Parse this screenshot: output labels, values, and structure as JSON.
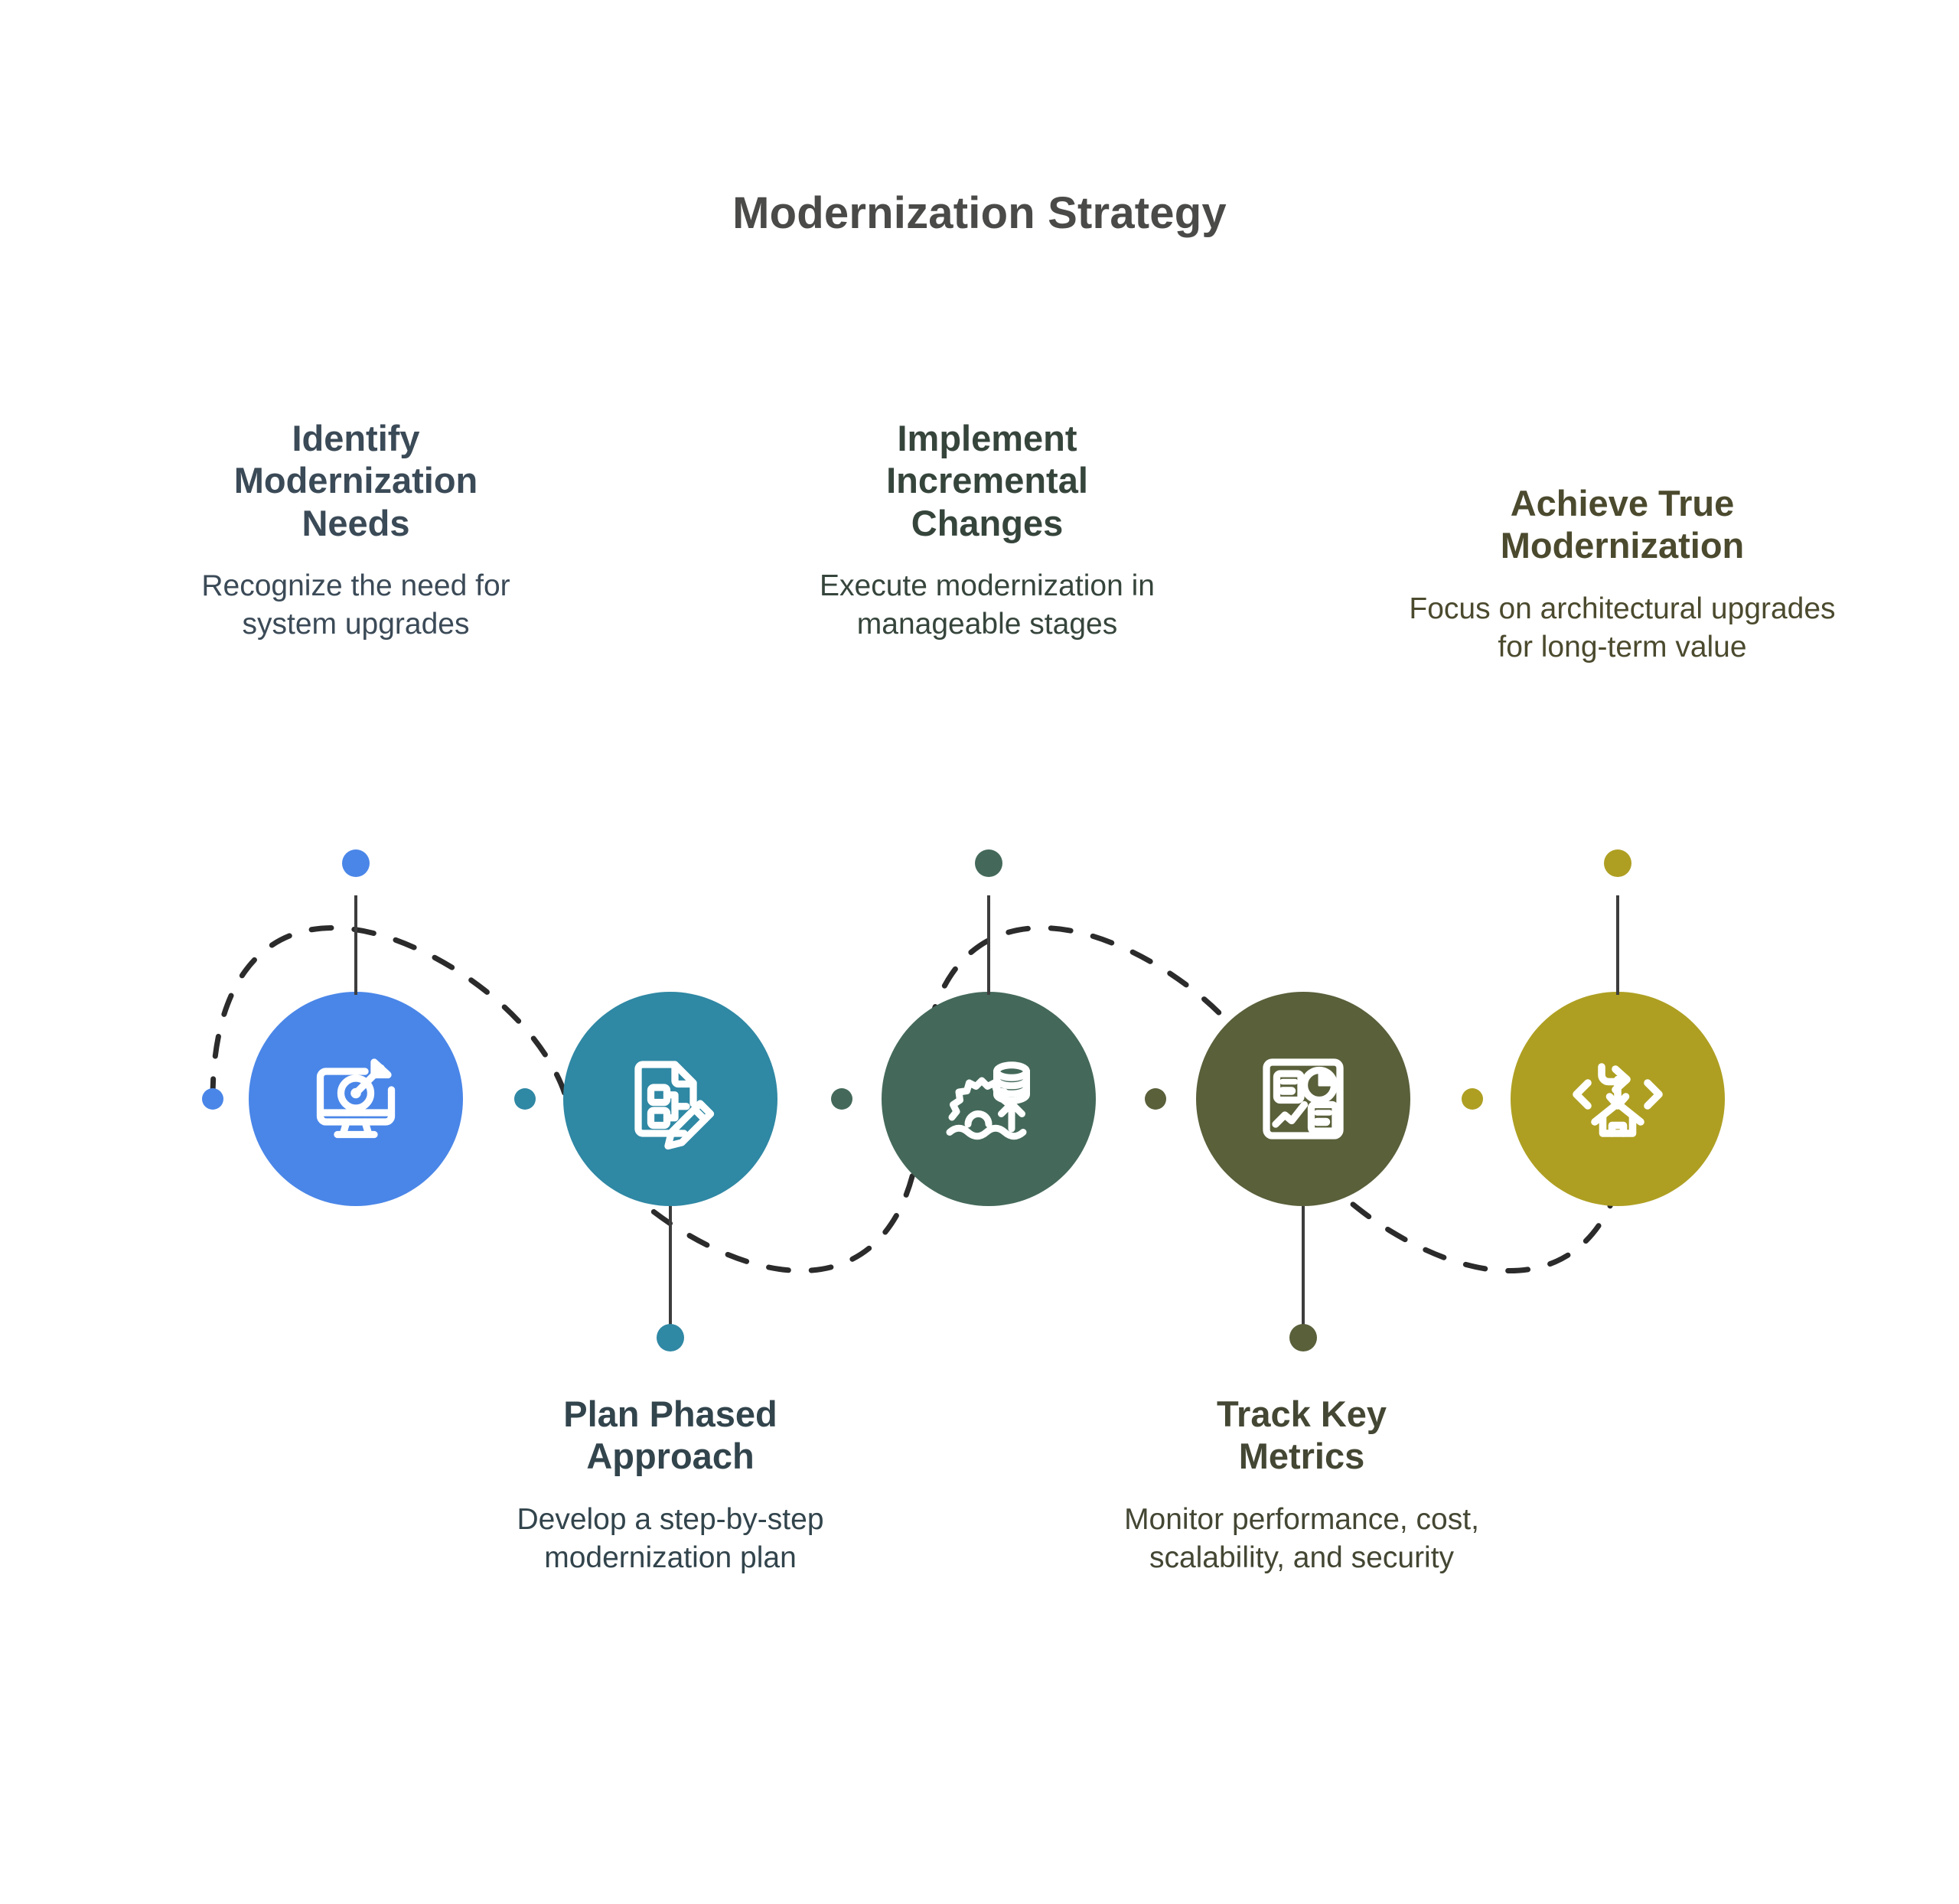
{
  "title": "Modernization Strategy",
  "title_color": "#4a4a48",
  "background": "#ffffff",
  "path_color": "#2b2b2b",
  "steps": [
    {
      "id": "identify-modernization-needs",
      "title": "Identify Modernization Needs",
      "title_line1": "Identify",
      "title_line2": "Modernization",
      "title_line3": "Needs",
      "description": "Recognize the need for system upgrades",
      "color": "#4a86e8",
      "text_color": "#3b4a57",
      "icon": "monitor-target-icon",
      "label_position": "above"
    },
    {
      "id": "plan-phased-approach",
      "title": "Plan Phased Approach",
      "title_line1": "Plan Phased",
      "title_line2": "Approach",
      "description": "Develop a step-by-step modernization plan",
      "color": "#2f88a4",
      "text_color": "#32444c",
      "icon": "document-flowchart-pencil-icon",
      "label_position": "below"
    },
    {
      "id": "implement-incremental-changes",
      "title": "Implement Incremental Changes",
      "title_line1": "Implement",
      "title_line2": "Incremental",
      "title_line3": "Changes",
      "description": "Execute modernization in manageable stages",
      "color": "#44695a",
      "text_color": "#36453c",
      "icon": "gear-waves-database-icon",
      "label_position": "above"
    },
    {
      "id": "track-key-metrics",
      "title": "Track Key Metrics",
      "title_line1": "Track Key",
      "title_line2": "Metrics",
      "description": "Monitor performance, cost, scalability, and security",
      "color": "#59603a",
      "text_color": "#434733",
      "icon": "dashboard-charts-icon",
      "label_position": "below"
    },
    {
      "id": "achieve-true-modernization",
      "title": "Achieve True Modernization",
      "title_line1": "Achieve True",
      "title_line2": "Modernization",
      "description": "Focus on architectural upgrades for long-term value",
      "color": "#ae9f22",
      "text_color": "#4b4a2e",
      "icon": "home-code-brackets-icon",
      "label_position": "above"
    }
  ]
}
